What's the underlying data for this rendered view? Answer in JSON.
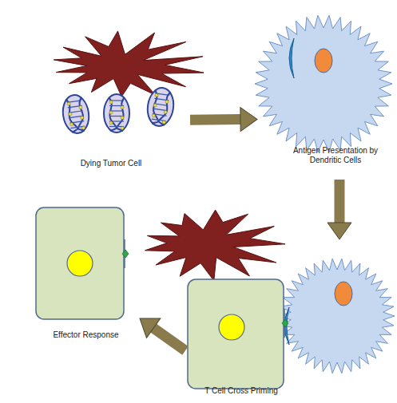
{
  "diagram": {
    "nodes": [
      {
        "text": [
          "Dying Tumor Cell"
        ]
      },
      {
        "text": [
          "Antigen Presentation by Dendritic Cells"
        ]
      },
      {
        "text": [
          "T Cell Cross Priming"
        ]
      },
      {
        "text": [
          "Effector Response"
        ]
      }
    ],
    "edges": [
      {
        "from": 0,
        "to": 1,
        "arrow": "to"
      },
      {
        "from": 1,
        "to": 2,
        "arrow": "to"
      },
      {
        "from": 2,
        "to": 3,
        "arrow": "to"
      }
    ]
  }
}
